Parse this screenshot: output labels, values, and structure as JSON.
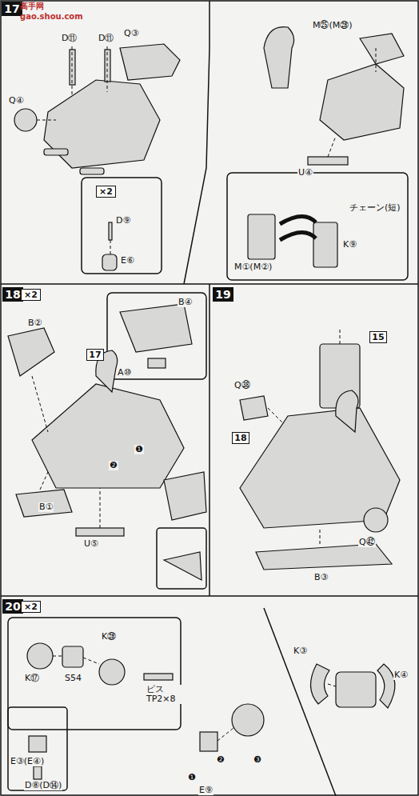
{
  "diagram": {
    "nodes": [
      {
        "text": [
          "17"
        ]
      },
      {
        "text": [
          "×2"
        ]
      },
      {
        "text": [
          "18"
        ]
      },
      {
        "text": [
          "×2"
        ]
      },
      {
        "text": [
          "17"
        ]
      },
      {
        "text": [
          "19"
        ]
      },
      {
        "text": [
          "15"
        ]
      },
      {
        "text": [
          "18"
        ]
      },
      {
        "text": [
          "20"
        ]
      },
      {
        "text": [
          "×2"
        ]
      }
    ],
    "edges": [],
    "labels": [
      "高手网",
      "gao.shou.com",
      "D⑪",
      "D⑪",
      "Q③",
      "Q④",
      "D⑨",
      "E⑥",
      "M㉕(M㉘)",
      "U④",
      "チェーン(短)",
      "K⑨",
      "M①(M②)",
      "B②",
      "B④",
      "A⑩",
      "B①",
      "❶",
      "❷",
      "U⑤",
      "Q㊳",
      "Q㊷",
      "B③",
      "K⑰",
      "S54",
      "K㉘",
      "ビス TP2×8",
      "E③(E④)",
      "D⑧(D⑭)",
      "K③",
      "K④",
      "❶",
      "❷",
      "❸",
      "E⑨"
    ]
  }
}
